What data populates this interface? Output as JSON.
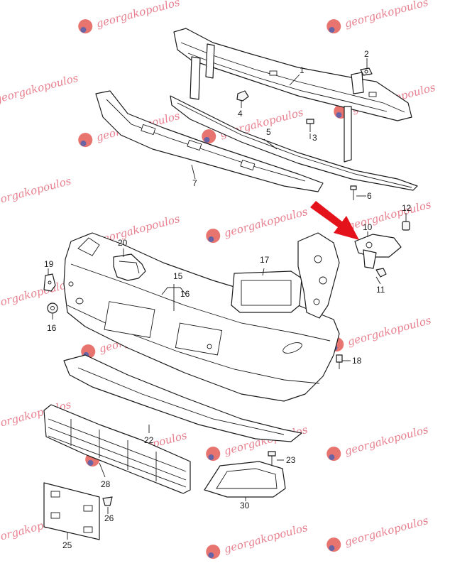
{
  "callouts": [
    {
      "id": "1",
      "label": "1"
    },
    {
      "id": "2",
      "label": "2"
    },
    {
      "id": "3",
      "label": "3"
    },
    {
      "id": "4",
      "label": "4"
    },
    {
      "id": "5",
      "label": "5"
    },
    {
      "id": "6",
      "label": "6"
    },
    {
      "id": "7",
      "label": "7"
    },
    {
      "id": "10",
      "label": "10"
    },
    {
      "id": "11",
      "label": "11"
    },
    {
      "id": "12",
      "label": "12"
    },
    {
      "id": "15",
      "label": "15"
    },
    {
      "id": "16a",
      "label": "16"
    },
    {
      "id": "16b",
      "label": "16"
    },
    {
      "id": "17",
      "label": "17"
    },
    {
      "id": "18",
      "label": "18"
    },
    {
      "id": "19",
      "label": "19"
    },
    {
      "id": "20",
      "label": "20"
    },
    {
      "id": "22",
      "label": "22"
    },
    {
      "id": "23",
      "label": "23"
    },
    {
      "id": "25",
      "label": "25"
    },
    {
      "id": "26",
      "label": "26"
    },
    {
      "id": "28",
      "label": "28"
    },
    {
      "id": "30",
      "label": "30"
    }
  ],
  "watermark": {
    "text": "georgakopoulos",
    "color": "#e46a7c"
  },
  "highlight_arrow": {
    "color": "#e3121b",
    "points_to": "10"
  }
}
